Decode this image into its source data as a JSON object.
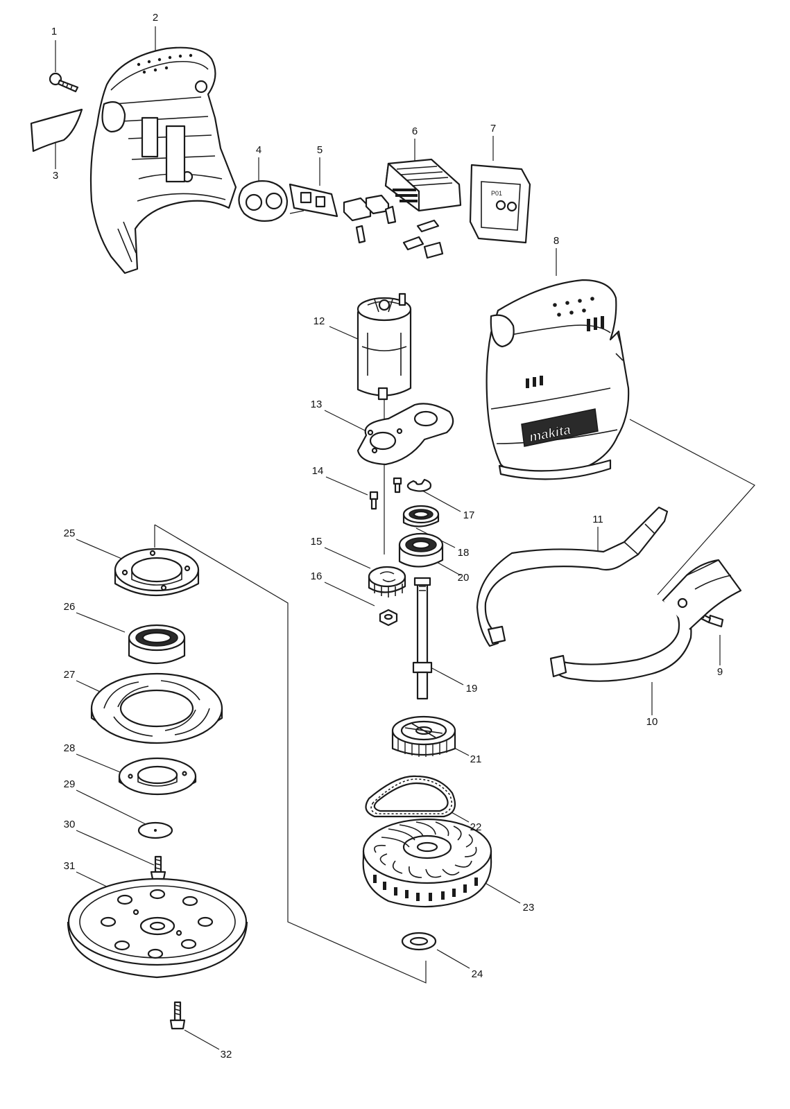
{
  "parts": [
    {
      "id": "p1",
      "label": "1"
    },
    {
      "id": "p2",
      "label": "2"
    },
    {
      "id": "p3",
      "label": "3"
    },
    {
      "id": "p4",
      "label": "4"
    },
    {
      "id": "p5",
      "label": "5"
    },
    {
      "id": "p6",
      "label": "6"
    },
    {
      "id": "p7",
      "label": "7"
    },
    {
      "id": "p8",
      "label": "8"
    },
    {
      "id": "p9",
      "label": "9"
    },
    {
      "id": "p10",
      "label": "10"
    },
    {
      "id": "p11",
      "label": "11"
    },
    {
      "id": "p12",
      "label": "12"
    },
    {
      "id": "p13",
      "label": "13"
    },
    {
      "id": "p14",
      "label": "14"
    },
    {
      "id": "p15",
      "label": "15"
    },
    {
      "id": "p16",
      "label": "16"
    },
    {
      "id": "p17",
      "label": "17"
    },
    {
      "id": "p18",
      "label": "18"
    },
    {
      "id": "p19",
      "label": "19"
    },
    {
      "id": "p20",
      "label": "20"
    },
    {
      "id": "p21",
      "label": "21"
    },
    {
      "id": "p22",
      "label": "22"
    },
    {
      "id": "p23",
      "label": "23"
    },
    {
      "id": "p24",
      "label": "24"
    },
    {
      "id": "p25",
      "label": "25"
    },
    {
      "id": "p26",
      "label": "26"
    },
    {
      "id": "p27",
      "label": "27"
    },
    {
      "id": "p28",
      "label": "28"
    },
    {
      "id": "p29",
      "label": "29"
    },
    {
      "id": "p30",
      "label": "30"
    },
    {
      "id": "p31",
      "label": "31"
    },
    {
      "id": "p32",
      "label": "32"
    }
  ],
  "housing_logo": "makita",
  "label_plate_text": "P01"
}
